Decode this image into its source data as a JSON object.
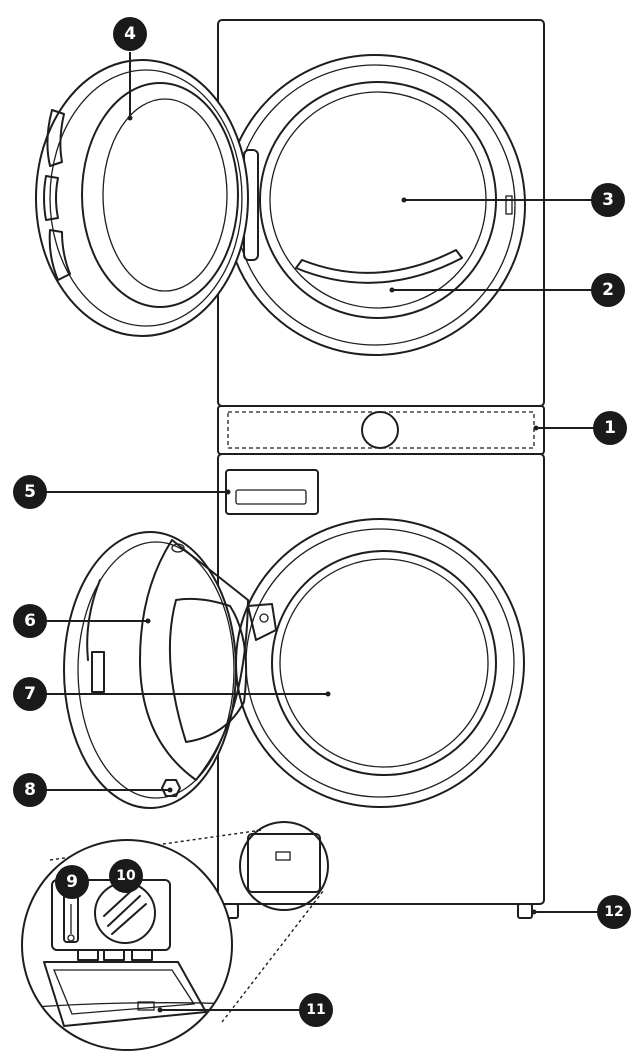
{
  "callouts": [
    {
      "id": "1",
      "label": "1"
    },
    {
      "id": "2",
      "label": "2"
    },
    {
      "id": "3",
      "label": "3"
    },
    {
      "id": "4",
      "label": "4"
    },
    {
      "id": "5",
      "label": "5"
    },
    {
      "id": "6",
      "label": "6"
    },
    {
      "id": "7",
      "label": "7"
    },
    {
      "id": "8",
      "label": "8"
    },
    {
      "id": "9",
      "label": "9"
    },
    {
      "id": "10",
      "label": "10"
    },
    {
      "id": "11",
      "label": "11"
    },
    {
      "id": "12",
      "label": "12"
    }
  ],
  "colors": {
    "line": "#1e1e1e",
    "badge": "#1a1a1a",
    "badge_text": "#ffffff",
    "background": "#ffffff"
  }
}
